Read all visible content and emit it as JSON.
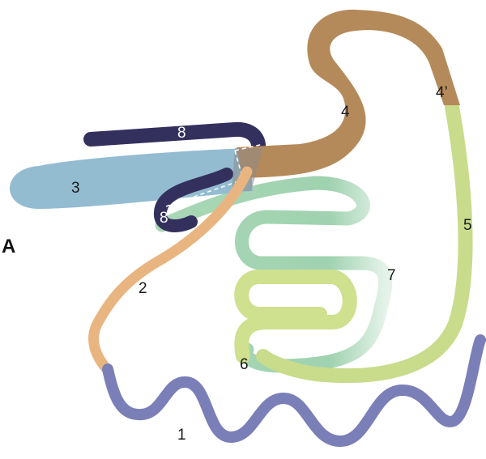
{
  "panel_label": "A",
  "colors": {
    "segment_1": "#7b7fb8",
    "segment_2": "#e8b581",
    "segment_3": "#93bcd1",
    "segment_4": "#b58a5a",
    "segment_5": "#c8dc8c",
    "segment_6": "#cfe08e",
    "segment_7": "#9fd2b0",
    "segment_8": "#34305e",
    "label_dark": "#1a1a1a",
    "label_light": "#ffffff"
  },
  "segments": [
    {
      "id": "1",
      "label": "1",
      "color": "#7b7fb8"
    },
    {
      "id": "2",
      "label": "2",
      "color": "#e8b581"
    },
    {
      "id": "3",
      "label": "3",
      "color": "#93bcd1"
    },
    {
      "id": "4",
      "label": "4",
      "color": "#b58a5a"
    },
    {
      "id": "4p",
      "label": "4’",
      "color": "#b58a5a"
    },
    {
      "id": "5",
      "label": "5",
      "color": "#c8dc8c"
    },
    {
      "id": "6",
      "label": "6",
      "color": "#cfe08e"
    },
    {
      "id": "7",
      "label": "7",
      "color": "#9fd2b0"
    },
    {
      "id": "8a",
      "label": "8",
      "color": "#34305e"
    },
    {
      "id": "8b",
      "label": "8",
      "color": "#34305e"
    }
  ]
}
